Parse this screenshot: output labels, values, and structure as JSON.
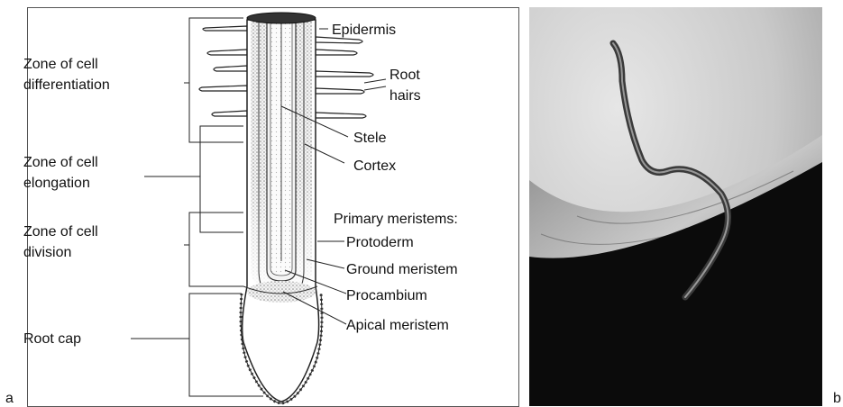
{
  "panel_a": {
    "letter": "a",
    "labels": {
      "epidermis": "Epidermis",
      "root_hairs_1": "Root",
      "root_hairs_2": "hairs",
      "stele": "Stele",
      "cortex": "Cortex",
      "primary_meristems": "Primary meristems:",
      "protoderm": "Protoderm",
      "ground_meristem": "Ground meristem",
      "procambium": "Procambium",
      "apical_meristem": "Apical meristem",
      "zone_diff_1": "Zone of cell",
      "zone_diff_2": "differentiation",
      "zone_elong_1": "Zone of cell",
      "zone_elong_2": "elongation",
      "zone_div_1": "Zone of cell",
      "zone_div_2": "division",
      "root_cap": "Root cap"
    }
  },
  "panel_b": {
    "letter": "b",
    "image_kind": "micrograph-nematode-on-root"
  },
  "colors": {
    "line": "#222222",
    "stipple": "#b9b9b9",
    "photo_dark": "#0b0b0b",
    "photo_light": "#dcdcdc"
  }
}
